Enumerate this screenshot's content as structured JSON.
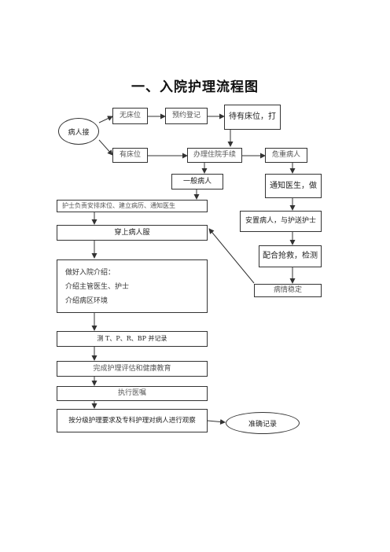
{
  "title": "一、入院护理流程图",
  "nodes": {
    "patient_arrival": "病人接",
    "no_bed": "无床位",
    "reservation": "预约登记",
    "wait_bed": "待有床位，打",
    "has_bed": "有床位",
    "admission_procedure": "办理住院手续",
    "critical_patient": "危重病人",
    "general_patient": "一般病人",
    "notify_doctor": "通知医生，做",
    "nurse_arrange": "护士负责安排床位、建立病历、通知医生",
    "place_patient": "安置病人，与护送护士",
    "wear_gown": "穿上病人服",
    "cooperate_rescue": "配合抢救，检测",
    "condition_stable": "病情稳定",
    "intro_lines": [
      "做好入院介绍：",
      "介绍主管医生、护士",
      "介绍病区环境"
    ],
    "measure_vitals": "测 T、P、R、BP 并记录",
    "nursing_assessment": "完成护理评估和健康教育",
    "execute_orders": "执行医嘱",
    "graded_care": "按分级护理要求及专科护理对病人进行观察",
    "accurate_record": "准确记录"
  }
}
